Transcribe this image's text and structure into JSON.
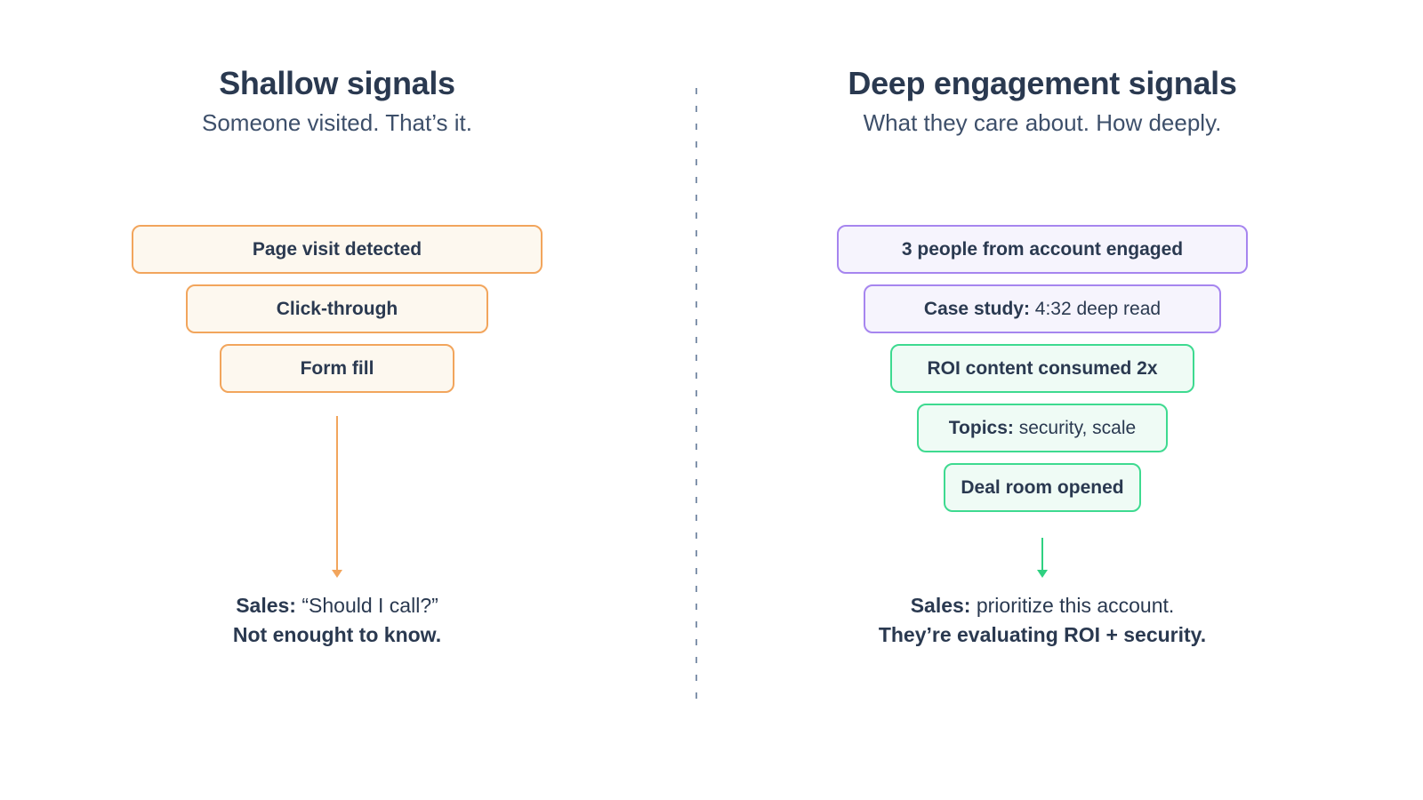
{
  "divider": {
    "style": "dashed-vertical",
    "color": "#8294ac"
  },
  "text_colors": {
    "heading": "#2a3950",
    "subtitle": "#3d4f6a"
  },
  "left": {
    "title": "Shallow signals",
    "subtitle": "Someone visited. That’s it.",
    "accent_color": "#f2a55c",
    "box_background": "#fdf8ef",
    "boxes": [
      {
        "text": "Page visit detected",
        "variant": "orange"
      },
      {
        "text": "Click-through",
        "variant": "orange"
      },
      {
        "text": "Form fill",
        "variant": "orange"
      }
    ],
    "arrow_icon": "down-arrow",
    "arrow_color": "#f2a55c",
    "sales": {
      "label": "Sales:",
      "quote": "“Should I call?”",
      "conclusion": "Not enought to know."
    }
  },
  "right": {
    "title": "Deep engagement signals",
    "subtitle": "What they care about. How deeply.",
    "accent_colors": {
      "purple": "#a685ef",
      "green": "#3eda90"
    },
    "box_backgrounds": {
      "purple": "#f6f4fd",
      "green": "#effbf5"
    },
    "boxes": [
      {
        "text": "3 people from account engaged",
        "variant": "purple"
      },
      {
        "bold": "Case study:",
        "text": "4:32 deep read",
        "variant": "purple"
      },
      {
        "text": "ROI content consumed 2x",
        "variant": "green"
      },
      {
        "bold": "Topics:",
        "text": "security, scale",
        "variant": "green"
      },
      {
        "text": "Deal room opened",
        "variant": "green"
      }
    ],
    "arrow_icon": "down-arrow",
    "arrow_color": "#2fd181",
    "sales": {
      "label": "Sales:",
      "quote": "prioritize this account.",
      "conclusion": "They’re evaluating ROI + security."
    }
  }
}
